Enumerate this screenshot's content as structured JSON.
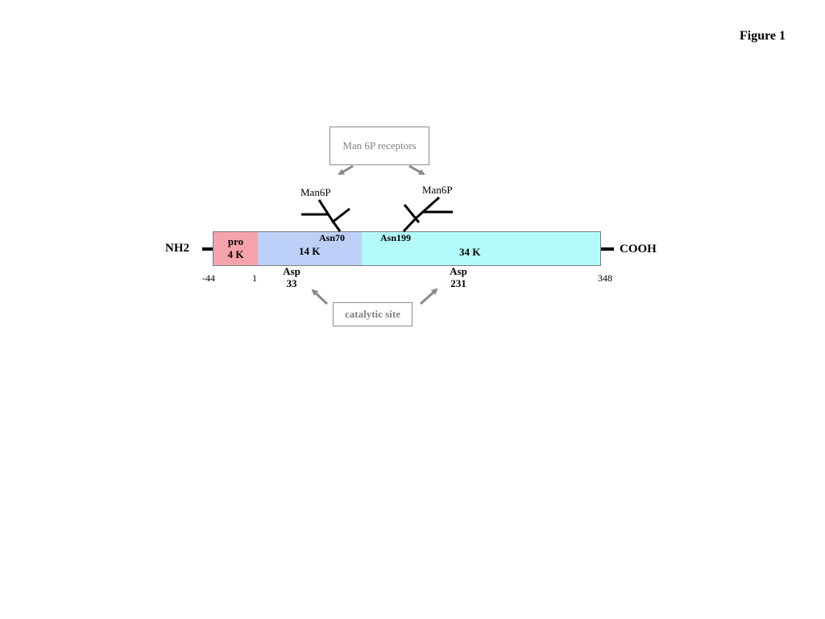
{
  "figure_title": "Figure 1",
  "receptor_box": "Man 6P receptors",
  "catalytic_box": "catalytic site",
  "glycans": {
    "left": "Man6P",
    "right": "Man6P"
  },
  "glyco_sites": {
    "left": "Asn70",
    "right": "Asn199"
  },
  "segments": [
    {
      "line1": "pro",
      "line2": "4 K",
      "color": "#f7a3ab"
    },
    {
      "line1": "14 K",
      "color": "#bdd0f7"
    },
    {
      "line1": "34 K",
      "color": "#b3fbfb"
    }
  ],
  "termini": {
    "n": "NH2",
    "c": "COOH"
  },
  "residue_positions": {
    "start": "-44",
    "mature_start": "1",
    "end": "348"
  },
  "active_site_residues": {
    "left_name": "Asp",
    "left_num": "33",
    "right_name": "Asp",
    "right_num": "231"
  },
  "colors": {
    "arrow": "#8a8a8a",
    "box_border": "#8c8c8c",
    "box_text": "#808080"
  }
}
